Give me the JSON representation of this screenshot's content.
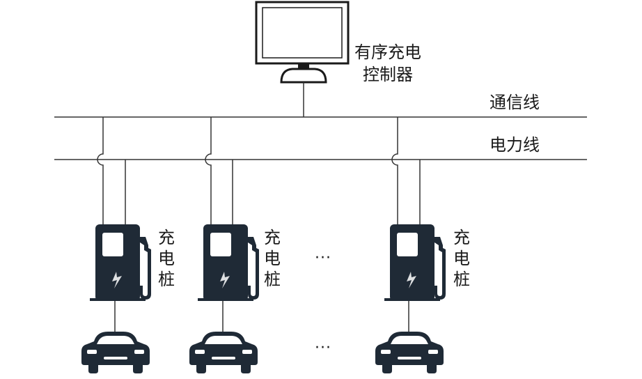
{
  "controller": {
    "label_line1": "有序充电",
    "label_line2": "控制器"
  },
  "lines": {
    "comm_label": "通信线",
    "power_label": "电力线"
  },
  "chargers": [
    {
      "label": "充电桩"
    },
    {
      "label": "充电桩"
    },
    {
      "label": "充电桩"
    }
  ],
  "ellipsis": {
    "charger_row": "···",
    "car_row": "···"
  },
  "icons": {
    "controller": "monitor-icon",
    "charger": "charging-pile-icon",
    "vehicle": "car-icon"
  },
  "colors": {
    "line": "#333333",
    "icon": "#1f2a36",
    "frame": "#1a1a1a"
  }
}
